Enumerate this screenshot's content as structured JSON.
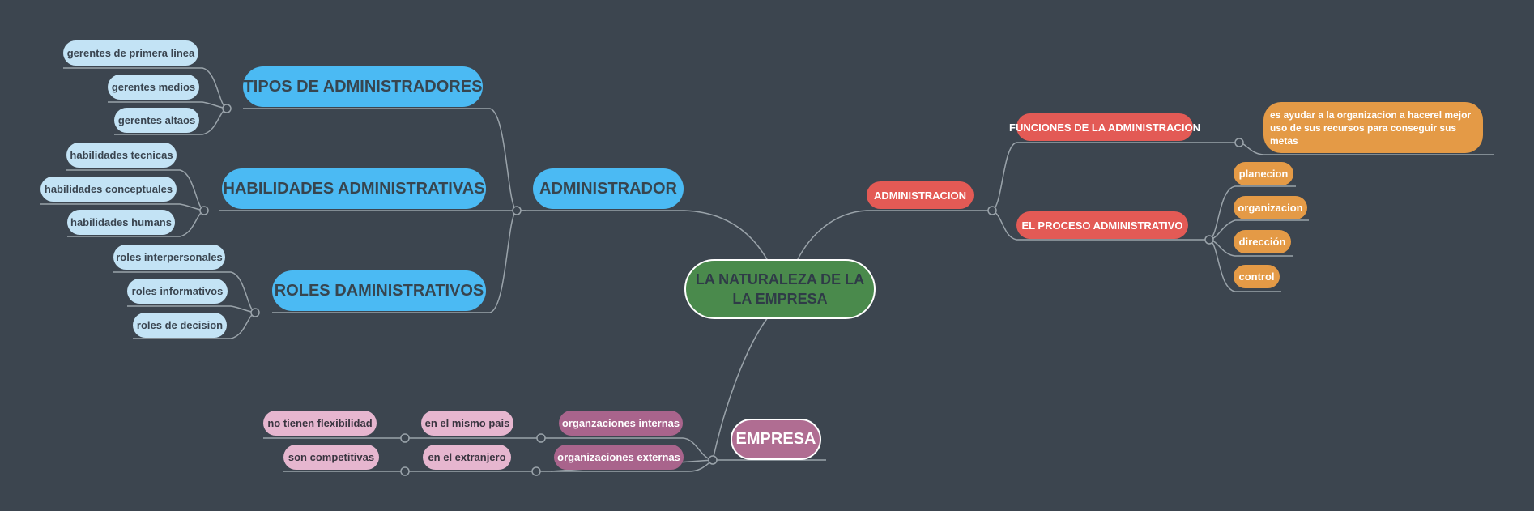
{
  "root": {
    "label": "LA NATURALEZA DE LA LA EMPRESA"
  },
  "administrador": {
    "label": "ADMINISTRADOR",
    "tipos": {
      "label": "TIPOS DE ADMINISTRADORES",
      "items": [
        "gerentes de primera linea",
        "gerentes medios",
        "gerentes altaos"
      ]
    },
    "habilidades": {
      "label": "HABILIDADES ADMINISTRATIVAS",
      "items": [
        "habilidades tecnicas",
        "habilidades conceptuales",
        "habilidades humans"
      ]
    },
    "roles": {
      "label": "ROLES DAMINISTRATIVOS",
      "items": [
        "roles interpersonales",
        "roles informativos",
        "roles de decision"
      ]
    }
  },
  "administracion": {
    "label": "ADMINISTRACION",
    "funciones": {
      "label": "FUNCIONES DE LA ADMINISTRACION",
      "description": "es ayudar a la organizacion a hacerel mejor uso de sus recursos para conseguir sus metas"
    },
    "proceso": {
      "label": "EL PROCESO ADMINISTRATIVO",
      "items": [
        "planecion",
        "organizacion",
        "dirección",
        "control"
      ]
    }
  },
  "empresa": {
    "label": "EMPRESA",
    "internas": {
      "label": "organzaciones internas",
      "child": "en el mismo pais",
      "grandchild": "no tienen flexibilidad"
    },
    "externas": {
      "label": "organizaciones externas",
      "child": "en el extranjero",
      "grandchild": "son competitivas"
    }
  },
  "colors": {
    "background": "#3c454f",
    "connector": "#9aa3aa",
    "root": "#4a8a4c",
    "blue": "#4bbaf3",
    "light_blue": "#c3e3f5",
    "red": "#e35a55",
    "orange": "#e49a46",
    "pink": "#b06d92",
    "light_pink": "#e6b6cf"
  }
}
